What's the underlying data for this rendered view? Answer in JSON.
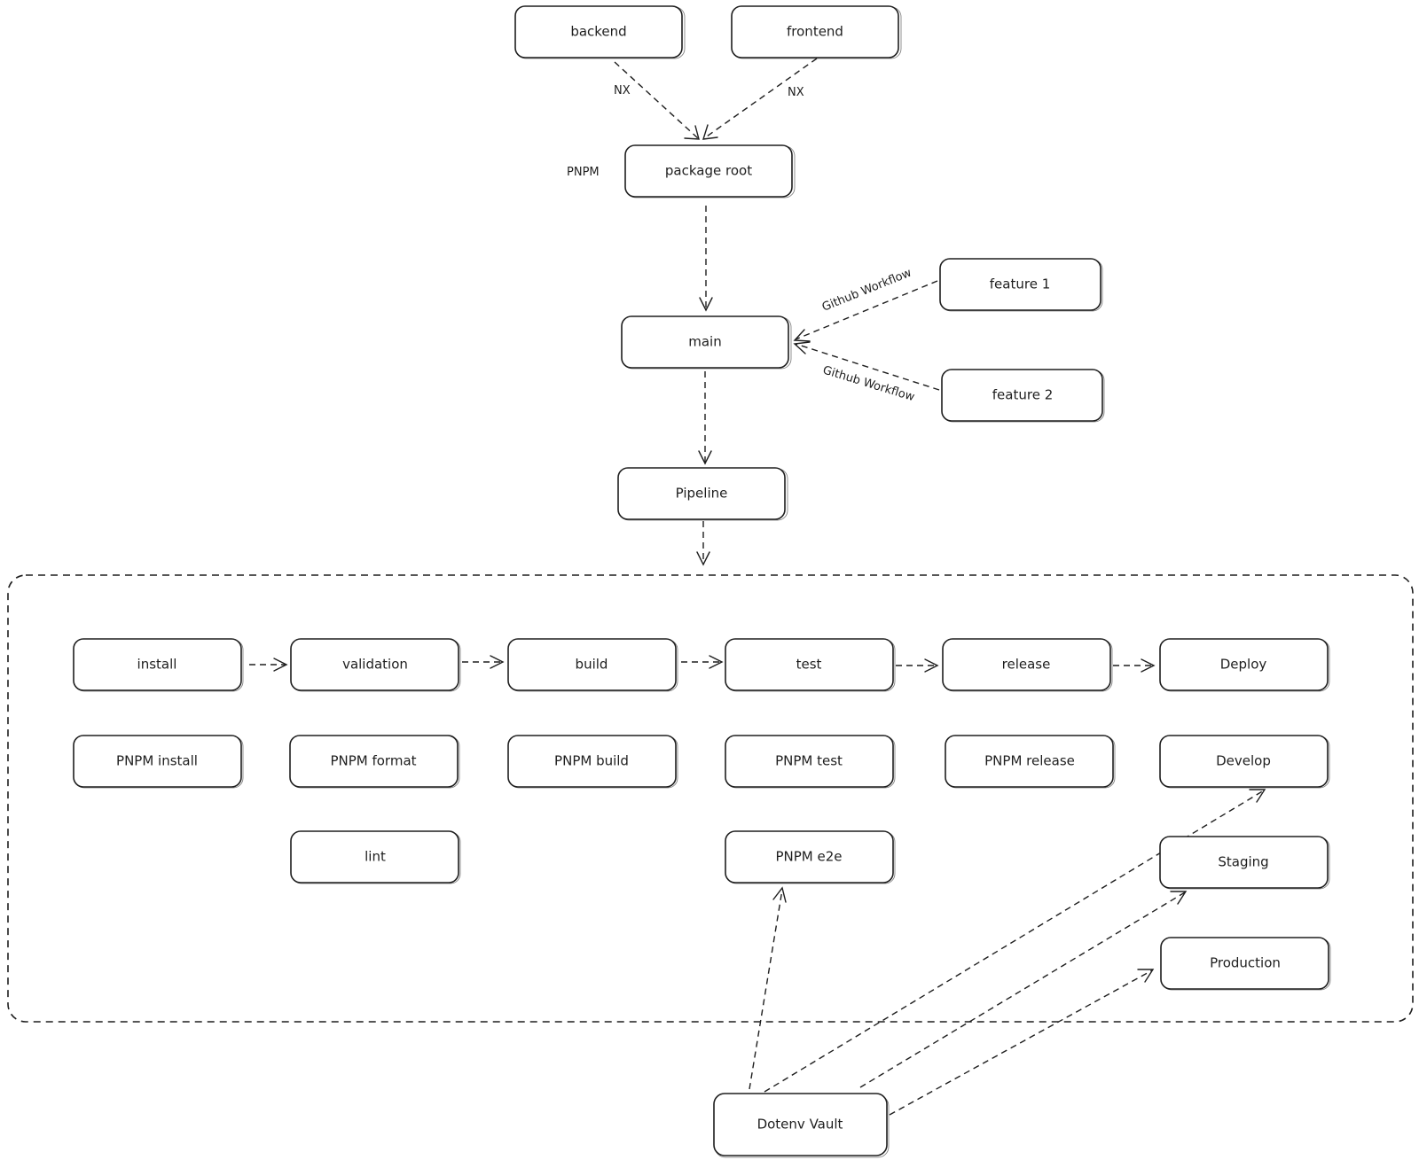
{
  "diagram": {
    "nodes": {
      "backend": "backend",
      "frontend": "frontend",
      "package_root": "package root",
      "main": "main",
      "feature_1": "feature 1",
      "feature_2": "feature 2",
      "pipeline": "Pipeline",
      "install": "install",
      "validation": "validation",
      "build": "build",
      "test": "test",
      "release": "release",
      "deploy": "Deploy",
      "pnpm_install": "PNPM install",
      "pnpm_format": "PNPM format",
      "pnpm_build": "PNPM build",
      "pnpm_test": "PNPM test",
      "pnpm_release": "PNPM release",
      "develop": "Develop",
      "lint": "lint",
      "pnpm_e2e": "PNPM e2e",
      "staging": "Staging",
      "production": "Production",
      "dotenv_vault": "Dotenv Vault"
    },
    "annotations": {
      "pnpm": "PNPM",
      "nx_left": "NX",
      "nx_right": "NX",
      "github_workflow_1": "Github Workflow",
      "github_workflow_2": "Github Workflow"
    },
    "edges": [
      {
        "from": "backend",
        "to": "package_root",
        "label": "NX"
      },
      {
        "from": "frontend",
        "to": "package_root",
        "label": "NX"
      },
      {
        "from": "package_root",
        "to": "main"
      },
      {
        "from": "feature_1",
        "to": "main",
        "label": "Github Workflow"
      },
      {
        "from": "feature_2",
        "to": "main",
        "label": "Github Workflow"
      },
      {
        "from": "main",
        "to": "pipeline"
      },
      {
        "from": "pipeline",
        "to": "pipeline_group"
      },
      {
        "from": "install",
        "to": "validation"
      },
      {
        "from": "validation",
        "to": "build"
      },
      {
        "from": "build",
        "to": "test"
      },
      {
        "from": "test",
        "to": "release"
      },
      {
        "from": "release",
        "to": "deploy"
      },
      {
        "from": "dotenv_vault",
        "to": "pnpm_e2e"
      },
      {
        "from": "dotenv_vault",
        "to": "develop"
      },
      {
        "from": "dotenv_vault",
        "to": "staging"
      },
      {
        "from": "dotenv_vault",
        "to": "production"
      }
    ]
  }
}
